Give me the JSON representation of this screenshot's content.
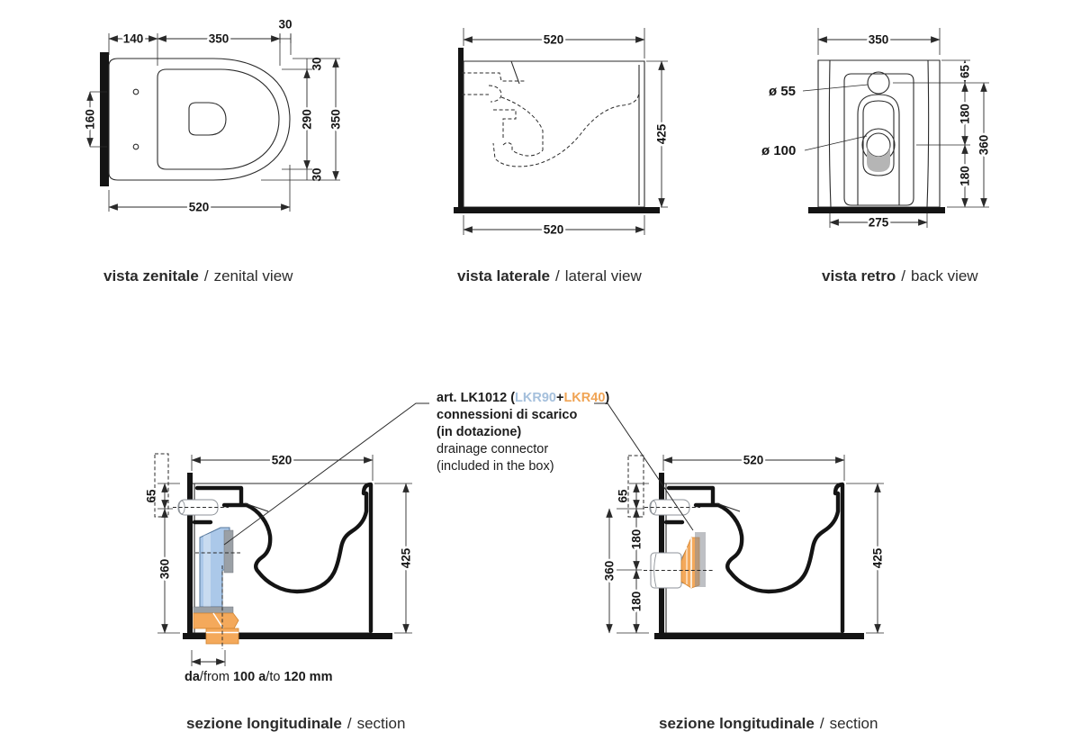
{
  "colors": {
    "ink": "#1c1c1c",
    "accent_blue": "#a5c0dc",
    "accent_orange": "#f0a455",
    "pipe_blue": "#abc8e9",
    "pipe_orange": "#f4a95b",
    "metal_gray": "#9aa0a6",
    "shade_gray": "#b5b5b5"
  },
  "captions": {
    "zenital": {
      "it": "vista zenitale",
      "sep": "/",
      "en": "zenital view"
    },
    "lateral": {
      "it": "vista laterale",
      "sep": "/",
      "en": "lateral view"
    },
    "back": {
      "it": "vista retro",
      "sep": "/",
      "en": "back view"
    },
    "section_left": {
      "it": "sezione longitudinale",
      "sep": "/",
      "en": "section"
    },
    "section_right": {
      "it": "sezione longitudinale",
      "sep": "/",
      "en": "section"
    }
  },
  "zenital": {
    "dim_top_seat_offset": "140",
    "dim_top_seat_width": "350",
    "dim_top_right_gap": "30",
    "dim_holes_spacing": "160",
    "dim_side_gap_top": "30",
    "dim_seat_depth": "290",
    "dim_side_gap_bottom": "30",
    "dim_total_depth": "350",
    "dim_total_width": "520"
  },
  "lateral": {
    "dim_top": "520",
    "dim_height": "425",
    "dim_bottom": "520"
  },
  "back": {
    "dim_width": "350",
    "dim_inlet_offset": "65",
    "dim_inlet_to_drain": "180",
    "dim_drain_height": "180",
    "dim_span": "360",
    "dim_base_width": "275",
    "callout_inlet": "ø 55",
    "callout_drain": "ø 100"
  },
  "section_left": {
    "dim_width": "520",
    "dim_inlet_offset": "65",
    "dim_inlet_to_floor": "360",
    "dim_height": "425",
    "range": [
      "da",
      "/from ",
      "100 ",
      "a",
      "/to ",
      "120 mm"
    ]
  },
  "section_right": {
    "dim_width": "520",
    "dim_inlet_offset": "65",
    "dim_inlet_to_drain": "180",
    "dim_drain_height": "180",
    "dim_span": "360",
    "dim_height": "425"
  },
  "annotation": {
    "art": "art. LK1012",
    "open": " (",
    "code_blue": "LKR90",
    "plus": "+",
    "code_orange": "LKR40",
    "close": ")",
    "it1": "connessioni di scarico",
    "it2": "(in dotazione)",
    "en1": "drainage connector",
    "en2": "(included in the box)"
  }
}
